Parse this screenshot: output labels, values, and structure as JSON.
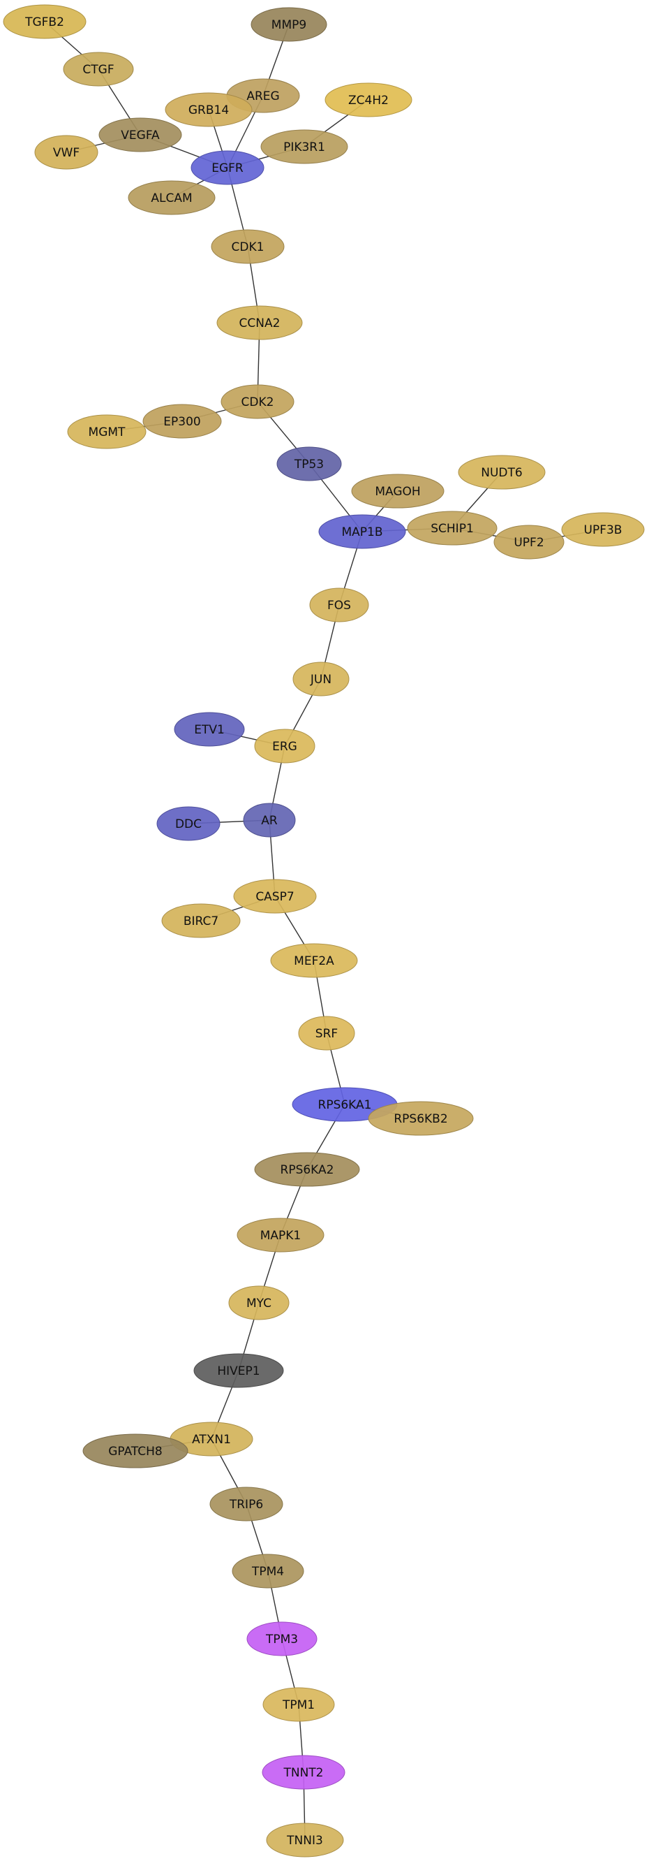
{
  "nodes": [
    {
      "id": "TGFB2",
      "label": "TGFB2",
      "color": "#d7b652"
    },
    {
      "id": "MMP9",
      "label": "MMP9",
      "color": "#97845a"
    },
    {
      "id": "CTGF",
      "label": "CTGF",
      "color": "#c8ab5c"
    },
    {
      "id": "AREG",
      "label": "AREG",
      "color": "#bea15f"
    },
    {
      "id": "ZC4H2",
      "label": "ZC4H2",
      "color": "#e1bd51"
    },
    {
      "id": "GRB14",
      "label": "GRB14",
      "color": "#cfad5a"
    },
    {
      "id": "VEGFA",
      "label": "VEGFA",
      "color": "#a38e5d"
    },
    {
      "id": "PIK3R1",
      "label": "PIK3R1",
      "color": "#b99e5e"
    },
    {
      "id": "VWF",
      "label": "VWF",
      "color": "#d2b158"
    },
    {
      "id": "EGFR",
      "label": "EGFR",
      "color": "#6264d5"
    },
    {
      "id": "ALCAM",
      "label": "ALCAM",
      "color": "#b69c5d"
    },
    {
      "id": "CDK1",
      "label": "CDK1",
      "color": "#c2a45c"
    },
    {
      "id": "CCNA2",
      "label": "CCNA2",
      "color": "#d3b35a"
    },
    {
      "id": "CDK2",
      "label": "CDK2",
      "color": "#c2a45c"
    },
    {
      "id": "EP300",
      "label": "EP300",
      "color": "#bfa15c"
    },
    {
      "id": "MGMT",
      "label": "MGMT",
      "color": "#d6b55a"
    },
    {
      "id": "TP53",
      "label": "TP53",
      "color": "#6263a6"
    },
    {
      "id": "NUDT6",
      "label": "NUDT6",
      "color": "#d6b55b"
    },
    {
      "id": "MAGOH",
      "label": "MAGOH",
      "color": "#bea15e"
    },
    {
      "id": "UPF3B",
      "label": "UPF3B",
      "color": "#d6b55a"
    },
    {
      "id": "MAP1B",
      "label": "MAP1B",
      "color": "#6263cf"
    },
    {
      "id": "SCHIP1",
      "label": "SCHIP1",
      "color": "#c2a55e"
    },
    {
      "id": "UPF2",
      "label": "UPF2",
      "color": "#c4a65c"
    },
    {
      "id": "FOS",
      "label": "FOS",
      "color": "#d4b35b"
    },
    {
      "id": "JUN",
      "label": "JUN",
      "color": "#d6b55b"
    },
    {
      "id": "ETV1",
      "label": "ETV1",
      "color": "#6263bd"
    },
    {
      "id": "ERG",
      "label": "ERG",
      "color": "#dab85a"
    },
    {
      "id": "DDC",
      "label": "DDC",
      "color": "#6263c2"
    },
    {
      "id": "AR",
      "label": "AR",
      "color": "#6365b3"
    },
    {
      "id": "CASP7",
      "label": "CASP7",
      "color": "#d9b75a"
    },
    {
      "id": "BIRC7",
      "label": "BIRC7",
      "color": "#d4b35a"
    },
    {
      "id": "MEF2A",
      "label": "MEF2A",
      "color": "#dab85a"
    },
    {
      "id": "SRF",
      "label": "SRF",
      "color": "#dcb95a"
    },
    {
      "id": "RPS6KA1",
      "label": "RPS6KA1",
      "color": "#6263e3"
    },
    {
      "id": "RPS6KB2",
      "label": "RPS6KB2",
      "color": "#c6a75d"
    },
    {
      "id": "RPS6KA2",
      "label": "RPS6KA2",
      "color": "#a48e5c"
    },
    {
      "id": "MAPK1",
      "label": "MAPK1",
      "color": "#c2a45c"
    },
    {
      "id": "MYC",
      "label": "MYC",
      "color": "#d6b55b"
    },
    {
      "id": "HIVEP1",
      "label": "HIVEP1",
      "color": "#5d5d5d"
    },
    {
      "id": "ATXN1",
      "label": "ATXN1",
      "color": "#d3b35a"
    },
    {
      "id": "GPATCH8",
      "label": "GPATCH8",
      "color": "#97855b"
    },
    {
      "id": "TRIP6",
      "label": "TRIP6",
      "color": "#a8935d"
    },
    {
      "id": "TPM4",
      "label": "TPM4",
      "color": "#ab955d"
    },
    {
      "id": "TPM3",
      "label": "TPM3",
      "color": "#c45ff4"
    },
    {
      "id": "TPM1",
      "label": "TPM1",
      "color": "#d9b75c"
    },
    {
      "id": "TNNT2",
      "label": "TNNT2",
      "color": "#c45ff4"
    },
    {
      "id": "TNNI3",
      "label": "TNNI3",
      "color": "#d3b35c"
    }
  ],
  "edges": [
    [
      "TGFB2",
      "CTGF"
    ],
    [
      "CTGF",
      "VEGFA"
    ],
    [
      "VWF",
      "VEGFA"
    ],
    [
      "VEGFA",
      "EGFR"
    ],
    [
      "MMP9",
      "AREG"
    ],
    [
      "AREG",
      "EGFR"
    ],
    [
      "GRB14",
      "EGFR"
    ],
    [
      "ZC4H2",
      "PIK3R1"
    ],
    [
      "PIK3R1",
      "EGFR"
    ],
    [
      "ALCAM",
      "EGFR"
    ],
    [
      "EGFR",
      "CDK1"
    ],
    [
      "CDK1",
      "CCNA2"
    ],
    [
      "CCNA2",
      "CDK2"
    ],
    [
      "MGMT",
      "EP300"
    ],
    [
      "EP300",
      "CDK2"
    ],
    [
      "CDK2",
      "TP53"
    ],
    [
      "TP53",
      "MAP1B"
    ],
    [
      "MAGOH",
      "MAP1B"
    ],
    [
      "MAP1B",
      "SCHIP1"
    ],
    [
      "NUDT6",
      "SCHIP1"
    ],
    [
      "SCHIP1",
      "UPF2"
    ],
    [
      "UPF2",
      "UPF3B"
    ],
    [
      "MAP1B",
      "FOS"
    ],
    [
      "FOS",
      "JUN"
    ],
    [
      "JUN",
      "ERG"
    ],
    [
      "ETV1",
      "ERG"
    ],
    [
      "ERG",
      "AR"
    ],
    [
      "DDC",
      "AR"
    ],
    [
      "AR",
      "CASP7"
    ],
    [
      "BIRC7",
      "CASP7"
    ],
    [
      "CASP7",
      "MEF2A"
    ],
    [
      "MEF2A",
      "SRF"
    ],
    [
      "SRF",
      "RPS6KA1"
    ],
    [
      "RPS6KA1",
      "RPS6KB2"
    ],
    [
      "RPS6KA1",
      "RPS6KA2"
    ],
    [
      "RPS6KA2",
      "MAPK1"
    ],
    [
      "MAPK1",
      "MYC"
    ],
    [
      "MYC",
      "HIVEP1"
    ],
    [
      "HIVEP1",
      "ATXN1"
    ],
    [
      "GPATCH8",
      "ATXN1"
    ],
    [
      "ATXN1",
      "TRIP6"
    ],
    [
      "TRIP6",
      "TPM4"
    ],
    [
      "TPM4",
      "TPM3"
    ],
    [
      "TPM3",
      "TPM1"
    ],
    [
      "TPM1",
      "TNNT2"
    ],
    [
      "TNNT2",
      "TNNI3"
    ]
  ]
}
